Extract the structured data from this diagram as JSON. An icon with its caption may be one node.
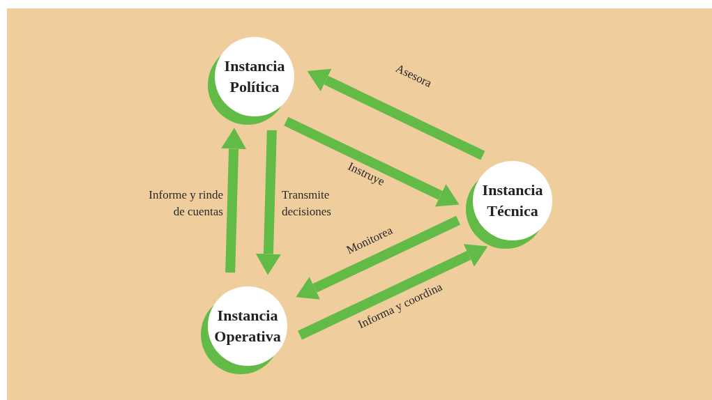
{
  "diagram": {
    "nodes": [
      {
        "text": [
          "Instancia Política"
        ]
      },
      {
        "text": [
          "Instancia Técnica"
        ]
      },
      {
        "text": [
          "Instancia Operativa"
        ]
      }
    ],
    "edges": [
      {
        "from": 1,
        "to": 0,
        "arrow": "to",
        "label": "Asesora"
      },
      {
        "from": 0,
        "to": 1,
        "arrow": "to",
        "label": "Instruye"
      },
      {
        "from": 2,
        "to": 0,
        "arrow": "to",
        "label": "Informe y rinde de cuentas"
      },
      {
        "from": 0,
        "to": 2,
        "arrow": "to",
        "label": "Transmite decisiones"
      },
      {
        "from": 1,
        "to": 2,
        "arrow": "to",
        "label": "Monitorea"
      },
      {
        "from": 2,
        "to": 1,
        "arrow": "to",
        "label": "Informa y coordina"
      }
    ]
  }
}
